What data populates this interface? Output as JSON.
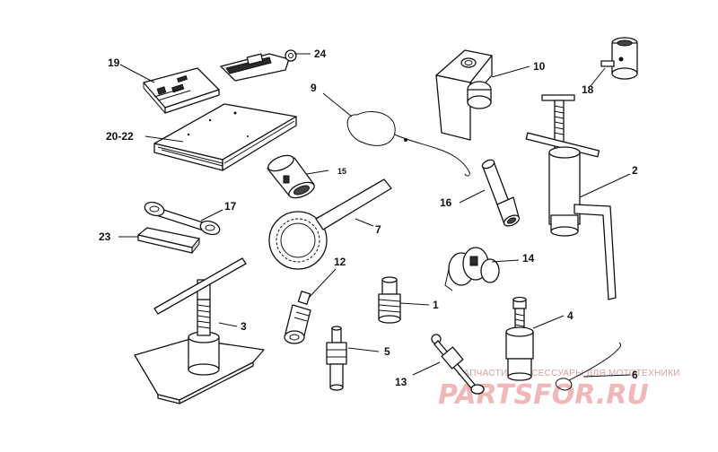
{
  "callouts": {
    "c1": "1",
    "c2": "2",
    "c3": "3",
    "c4": "4",
    "c5": "5",
    "c6": "6",
    "c7": "7",
    "c9": "9",
    "c10": "10",
    "c12": "12",
    "c13": "13",
    "c14": "14",
    "c15": "15",
    "c16": "16",
    "c17": "17",
    "c18": "18",
    "c19": "19",
    "c20_22": "20-22",
    "c23": "23",
    "c24": "24"
  },
  "watermark": {
    "caption": "ЗАПЧАСТИ И АКСЕССУАРЫ ДЛЯ МОТОТЕХНИКИ",
    "brand": "PARTSFOR.RU"
  }
}
